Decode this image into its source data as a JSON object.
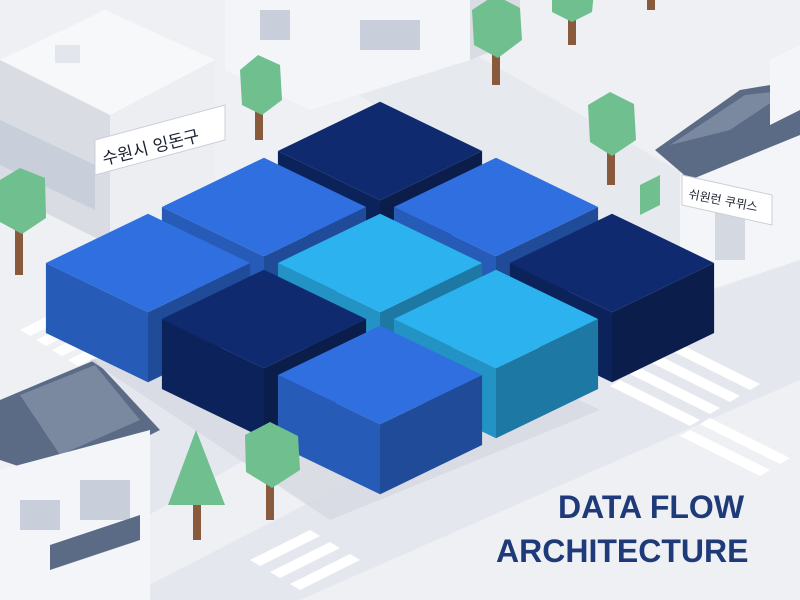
{
  "title": {
    "line1": "DATA FLOW",
    "line2": "ARCHITECTURE"
  },
  "signs": {
    "left_building": "수원시 잉돈구",
    "right_building": "쉬원런 쿠뮈스"
  },
  "blocks": [
    {
      "color": "#0f2a6e",
      "label": ""
    },
    {
      "color": "#2f6fe0",
      "label": ""
    },
    {
      "color": "#0f2a6e",
      "label": ""
    },
    {
      "color": "#2f6fe0",
      "label": ""
    },
    {
      "color": "#2bb2ef",
      "label": ""
    },
    {
      "color": "#2bb2ef",
      "label": ""
    },
    {
      "color": "#2f6fe0",
      "label": ""
    },
    {
      "color": "#0f2a6e",
      "label": ""
    },
    {
      "color": "#2f6fe0",
      "label": ""
    }
  ],
  "colors": {
    "ground": "#eef0f4",
    "road": "#e3e6ec",
    "shadow": "#cfd3dc",
    "building": "#f4f5f8",
    "building_side": "#d9dce3",
    "roof": "#5b6b85",
    "tree": "#6fbf8f",
    "trunk": "#8a5a3c",
    "title": "#1f3a78"
  }
}
